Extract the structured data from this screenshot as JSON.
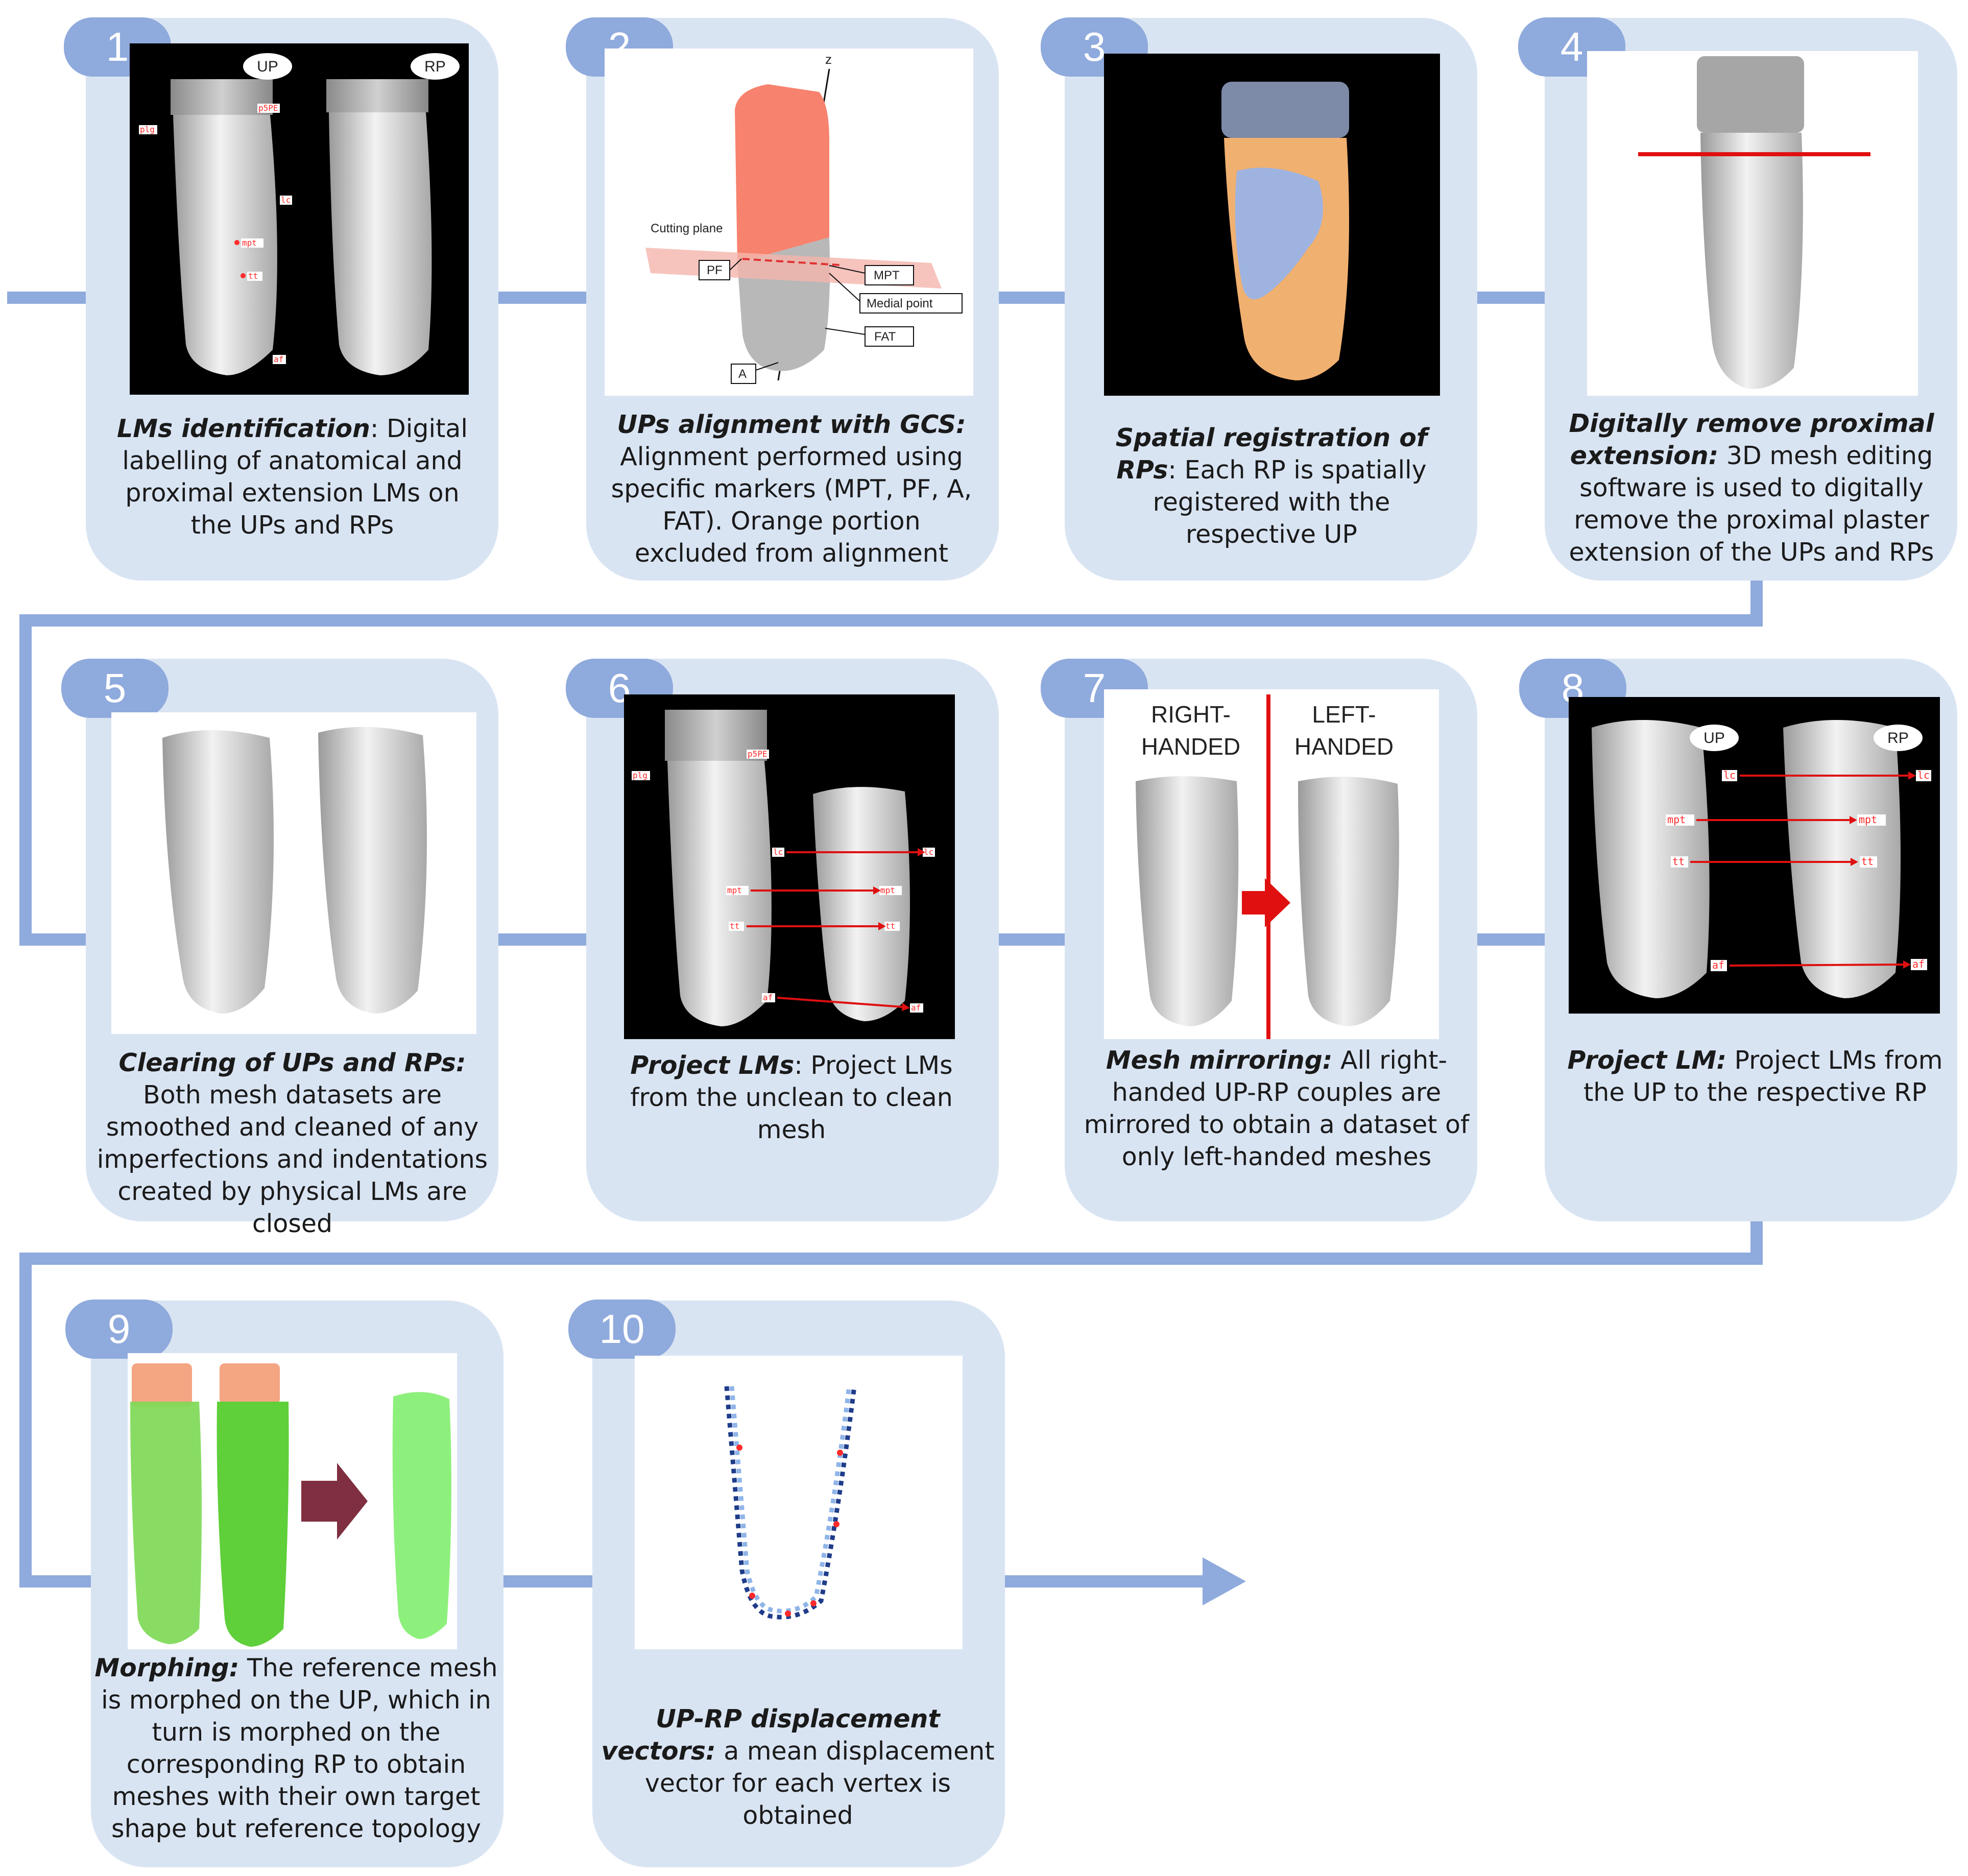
{
  "colors": {
    "card_bg": "#d9e4f3",
    "badge_bg": "#8faadc",
    "connector": "#8faadc",
    "landmark_red": "#ff2a2a",
    "morph_green": "#7ed957",
    "morph_orange": "#f4a582",
    "registration_blue": "#9fb3e0",
    "registration_orange": "#f0b070",
    "mirror_arrow": "#e01010",
    "morph_arrow": "#7f2f3f"
  },
  "steps": [
    {
      "number": "1",
      "title": "LMs identification",
      "sep": ":",
      "text": " Digital labelling of anatomical and proximal extension LMs on the UPs and RPs",
      "image": {
        "labels": [
          "UP",
          "RP"
        ],
        "landmarks": [
          "p5PE",
          "plg",
          "lc",
          "mpt",
          "tt",
          "af"
        ]
      }
    },
    {
      "number": "2",
      "title": "UPs alignment with GCS:",
      "sep": "",
      "text": " Alignment performed using specific markers (MPT, PF, A, FAT). Orange portion excluded from alignment",
      "image": {
        "axis": "z",
        "plane": "Cutting plane",
        "markers": [
          "PF",
          "MPT",
          "Medial point",
          "FAT",
          "A"
        ]
      }
    },
    {
      "number": "3",
      "title": "Spatial registration of RPs",
      "sep": ":",
      "text": " Each RP is spatially registered with the respective UP"
    },
    {
      "number": "4",
      "title": "Digitally remove proximal extension:",
      "sep": "",
      "text": " 3D mesh editing software is used to digitally remove the proximal plaster extension of the UPs and RPs"
    },
    {
      "number": "5",
      "title": "Clearing of UPs and RPs:",
      "sep": "",
      "text": " Both mesh datasets are smoothed and cleaned of any imperfections and  indentations created by physical LMs are closed"
    },
    {
      "number": "6",
      "title": "Project LMs",
      "sep": ":",
      "text": " Project LMs from the unclean to clean mesh",
      "image": {
        "landmarks": [
          "p5PE",
          "plg",
          "lc",
          "mpt",
          "tt",
          "af"
        ]
      }
    },
    {
      "number": "7",
      "title": "Mesh mirroring:",
      "sep": "",
      "text": " All right-handed UP-RP couples are mirrored to obtain a dataset of only left-handed meshes",
      "image": {
        "left_line1": "RIGHT-",
        "left_line2": "HANDED",
        "right_line1": "LEFT-",
        "right_line2": "HANDED"
      }
    },
    {
      "number": "8",
      "title": "Project LM:",
      "sep": "",
      "text": " Project LMs from the UP to the respective RP",
      "image": {
        "labels": [
          "UP",
          "RP"
        ],
        "landmarks": [
          "lc",
          "mpt",
          "tt",
          "af"
        ]
      }
    },
    {
      "number": "9",
      "title": "Morphing:",
      "sep": "",
      "text": " The reference mesh is morphed on the UP, which in turn is morphed on the corresponding RP to obtain meshes with their own target shape but reference topology"
    },
    {
      "number": "10",
      "title": "UP-RP displacement vectors:",
      "sep": "",
      "text": " a mean displacement vector for each vertex is obtained"
    }
  ]
}
